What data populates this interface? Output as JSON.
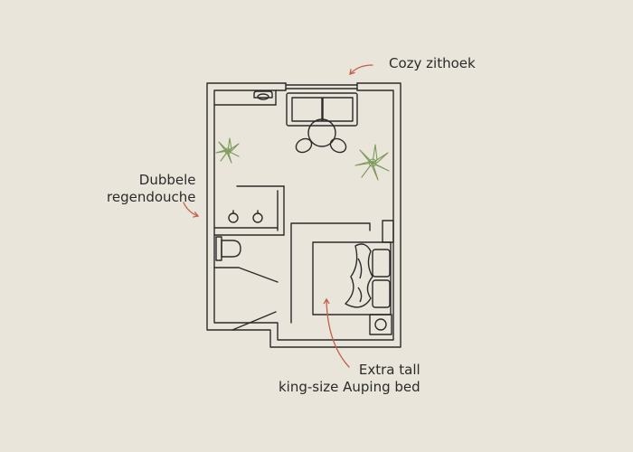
{
  "labels": {
    "zithoek": "Cozy zithoek",
    "douche_line1": "Dubbele",
    "douche_line2": "regendouche",
    "bed_line1": "Extra tall",
    "bed_line2": "king-size Auping bed"
  },
  "colors": {
    "background": "#e9e5da",
    "line": "#2b2b2b",
    "arrow": "#c0614a",
    "plant": "#7e9a5c"
  },
  "icons": [
    "plant-icon",
    "sofa-icon",
    "round-table-icon",
    "toilet-icon",
    "sink-icon",
    "bed-icon",
    "pillow-icon"
  ]
}
